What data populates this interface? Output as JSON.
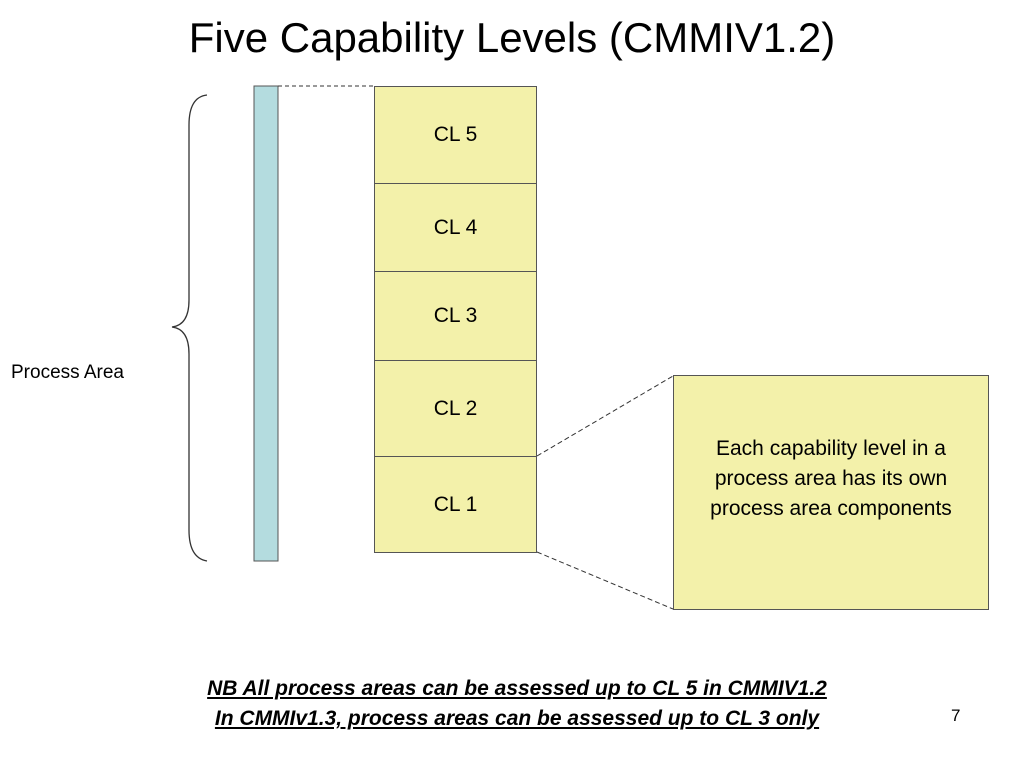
{
  "title": "Five Capability Levels (CMMIV1.2)",
  "process_area_label": "Process Area",
  "capability_levels": [
    "CL 5",
    "CL 4",
    "CL 3",
    "CL 2",
    "CL 1"
  ],
  "callout_text": "Each capability level in a\nprocess area has its own\nprocess area components",
  "notes": [
    "NB All process areas can be assessed up to CL 5 in CMMIV1.2",
    "In CMMIv1.3, process areas can be assessed up to CL 3 only "
  ],
  "page_number": "7",
  "colors": {
    "level_fill": "#f3f1aa",
    "bar_fill": "#b4dcdf",
    "border": "#555555"
  }
}
